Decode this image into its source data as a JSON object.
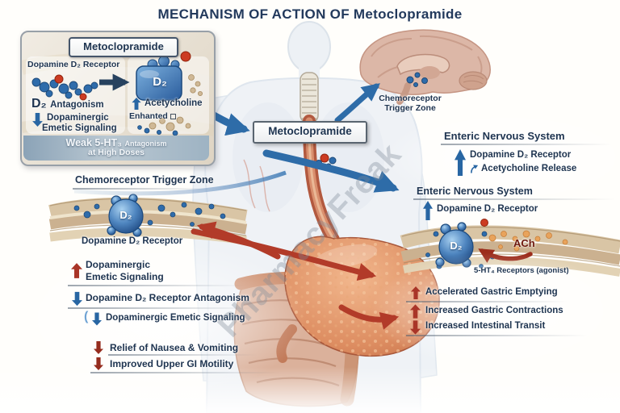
{
  "title": "MECHANISM OF ACTION OF Metoclopramide",
  "watermark": "PharmacyFreak",
  "colors": {
    "navy": "#1e3450",
    "blue_arrow": "#2e6ca8",
    "red_arrow": "#b23b29",
    "dark_red": "#952c1e"
  },
  "inset": {
    "header": "Metoclopramide",
    "receptor_label": "Dopamine D₂ Receptor",
    "d2": "D₂",
    "antagonism_d2": "D₂",
    "antagonism_text": "Antagonism",
    "down1": "Dopaminergic",
    "down2": "Emetic Signaling",
    "ach": "Acetycholine",
    "enhanced": "Enhanted",
    "weak_main": "Weak 5-HT₃",
    "weak_small": "Antagonism",
    "weak_line2": "at High Doses"
  },
  "center_box": {
    "label": "Metoclopramide"
  },
  "brain": {
    "line1": "Chemoreceptor",
    "line2": "Trigger Zone"
  },
  "left": {
    "ctz_heading": "Chemoreceptor Trigger Zone",
    "d2": "D₂",
    "receptor_label": "Dopamine D₂ Receptor",
    "item1_line1": "Dopaminergic",
    "item1_line2": "Emetic Signaling",
    "item2": "Dopamine D₂ Receptor Antagonism",
    "item3_paren": "(",
    "item3": "Dopaminergic Emetic Signaling",
    "outcome1": "Relief of Nausea & Vomiting",
    "outcome2": "Improved Upper GI Motility"
  },
  "right": {
    "ens_heading1": "Enteric Nervous System",
    "list1_item1": "Dopamine D₂ Receptor",
    "list1_item2": "Acetycholine Release",
    "ens_heading2": "Enteric Nervous System",
    "list2_item1": "Dopamine D₂ Receptor",
    "d2": "D₂",
    "ach_label": "ACh",
    "ht4_label": "5-HT₄ Receptors (agonist)",
    "outcome1": "Accelerated Gastric Emptying",
    "outcome2": "Increased Gastric Contractions",
    "outcome3": "Increased Intestinal Transit"
  }
}
